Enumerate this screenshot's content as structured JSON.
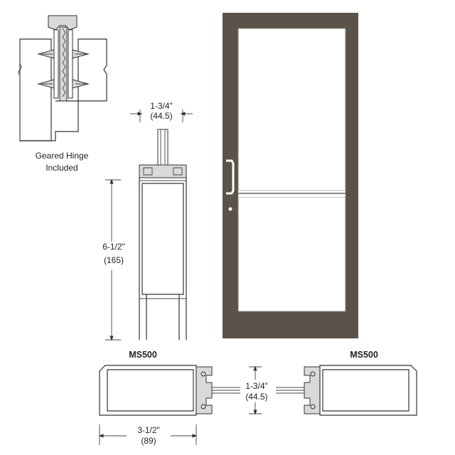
{
  "hinge": {
    "caption_line1": "Geared Hinge",
    "caption_line2": "Included"
  },
  "profile": {
    "depth_fraction": "1-3/4\"",
    "depth_metric": "(44.5)",
    "height_fraction": "6-1/2\"",
    "height_metric": "(165)"
  },
  "sections": {
    "left_title": "MS500",
    "right_title": "MS500",
    "thickness_fraction": "1-3/4\"",
    "thickness_metric": "(44.5)",
    "width_fraction": "3-1/2\"",
    "width_metric": "(89)"
  },
  "colors": {
    "door_frame": "#5b524a",
    "glass": "#ffffff"
  }
}
